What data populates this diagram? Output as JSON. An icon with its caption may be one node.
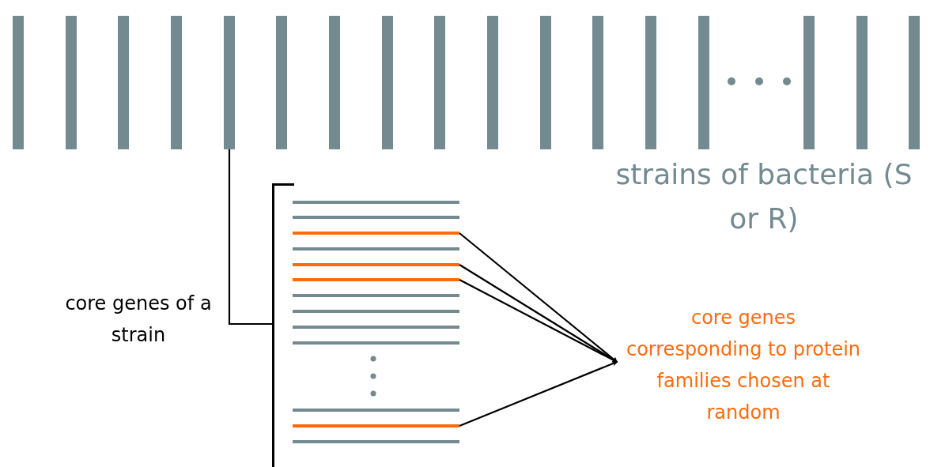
{
  "diagram": {
    "nodes": [
      {
        "text": [],
        "shape": "bar"
      },
      {
        "text": [],
        "shape": "bar"
      },
      {
        "text": [],
        "shape": "bar"
      },
      {
        "text": [],
        "shape": "bar"
      },
      {
        "text": [],
        "shape": "bar"
      },
      {
        "text": [],
        "shape": "bar"
      },
      {
        "text": [],
        "shape": "bar"
      },
      {
        "text": [],
        "shape": "bar"
      },
      {
        "text": [],
        "shape": "bar"
      },
      {
        "text": [],
        "shape": "bar"
      },
      {
        "text": [],
        "shape": "bar"
      },
      {
        "text": [],
        "shape": "bar"
      },
      {
        "text": [],
        "shape": "bar"
      },
      {
        "text": [],
        "shape": "bar"
      },
      {
        "text": [],
        "shape": "bar"
      },
      {
        "text": [],
        "shape": "bar"
      },
      {
        "text": [],
        "shape": "bar"
      },
      {
        "text": [],
        "shape": "bracket"
      },
      {
        "text": [],
        "shape": "bar"
      },
      {
        "text": [],
        "shape": "bar"
      },
      {
        "text": [],
        "shape": "bar"
      },
      {
        "text": [],
        "shape": "bar"
      },
      {
        "text": [],
        "shape": "bar"
      },
      {
        "text": [],
        "shape": "bar"
      },
      {
        "text": [],
        "shape": "bar"
      },
      {
        "text": [],
        "shape": "bar"
      },
      {
        "text": [],
        "shape": "bar"
      },
      {
        "text": [],
        "shape": "bar"
      },
      {
        "text": [],
        "shape": "bar"
      },
      {
        "text": [],
        "shape": "bar"
      },
      {
        "text": [],
        "shape": "bar"
      },
      {
        "text": [
          "core genes corresponding to protein families chosen at random"
        ]
      }
    ],
    "edges": [
      {
        "from": 4,
        "to": 17,
        "arrow": "none"
      },
      {
        "from": 20,
        "to": 31,
        "arrow": "to"
      },
      {
        "from": 22,
        "to": 31,
        "arrow": "to"
      },
      {
        "from": 23,
        "to": 31,
        "arrow": "to"
      },
      {
        "from": 29,
        "to": 31,
        "arrow": "to"
      }
    ],
    "labels": [
      "strains of bacteria (S or R)",
      "core genes of a strain"
    ]
  }
}
